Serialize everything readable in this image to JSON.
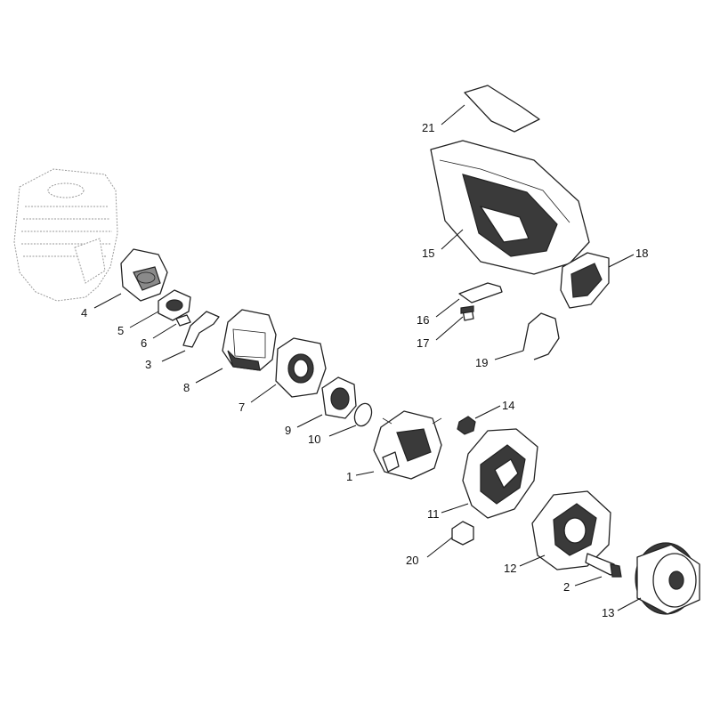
{
  "colors": {
    "ink": "#111111",
    "dark_fill": "#3a3a3a",
    "mid_fill": "#8a8a8a",
    "ghost": "#9a9a9a",
    "background": "#ffffff"
  },
  "callouts": [
    {
      "id": "p1",
      "label": "1"
    },
    {
      "id": "p2",
      "label": "2"
    },
    {
      "id": "p3",
      "label": "3"
    },
    {
      "id": "p4",
      "label": "4"
    },
    {
      "id": "p5",
      "label": "5"
    },
    {
      "id": "p6",
      "label": "6"
    },
    {
      "id": "p7",
      "label": "7"
    },
    {
      "id": "p8",
      "label": "8"
    },
    {
      "id": "p9",
      "label": "9"
    },
    {
      "id": "p10",
      "label": "10"
    },
    {
      "id": "p11",
      "label": "11"
    },
    {
      "id": "p12",
      "label": "12"
    },
    {
      "id": "p13",
      "label": "13"
    },
    {
      "id": "p14",
      "label": "14"
    },
    {
      "id": "p15",
      "label": "15"
    },
    {
      "id": "p16",
      "label": "16"
    },
    {
      "id": "p17",
      "label": "17"
    },
    {
      "id": "p18",
      "label": "18"
    },
    {
      "id": "p19",
      "label": "19"
    },
    {
      "id": "p20",
      "label": "20"
    },
    {
      "id": "p21",
      "label": "21"
    }
  ]
}
